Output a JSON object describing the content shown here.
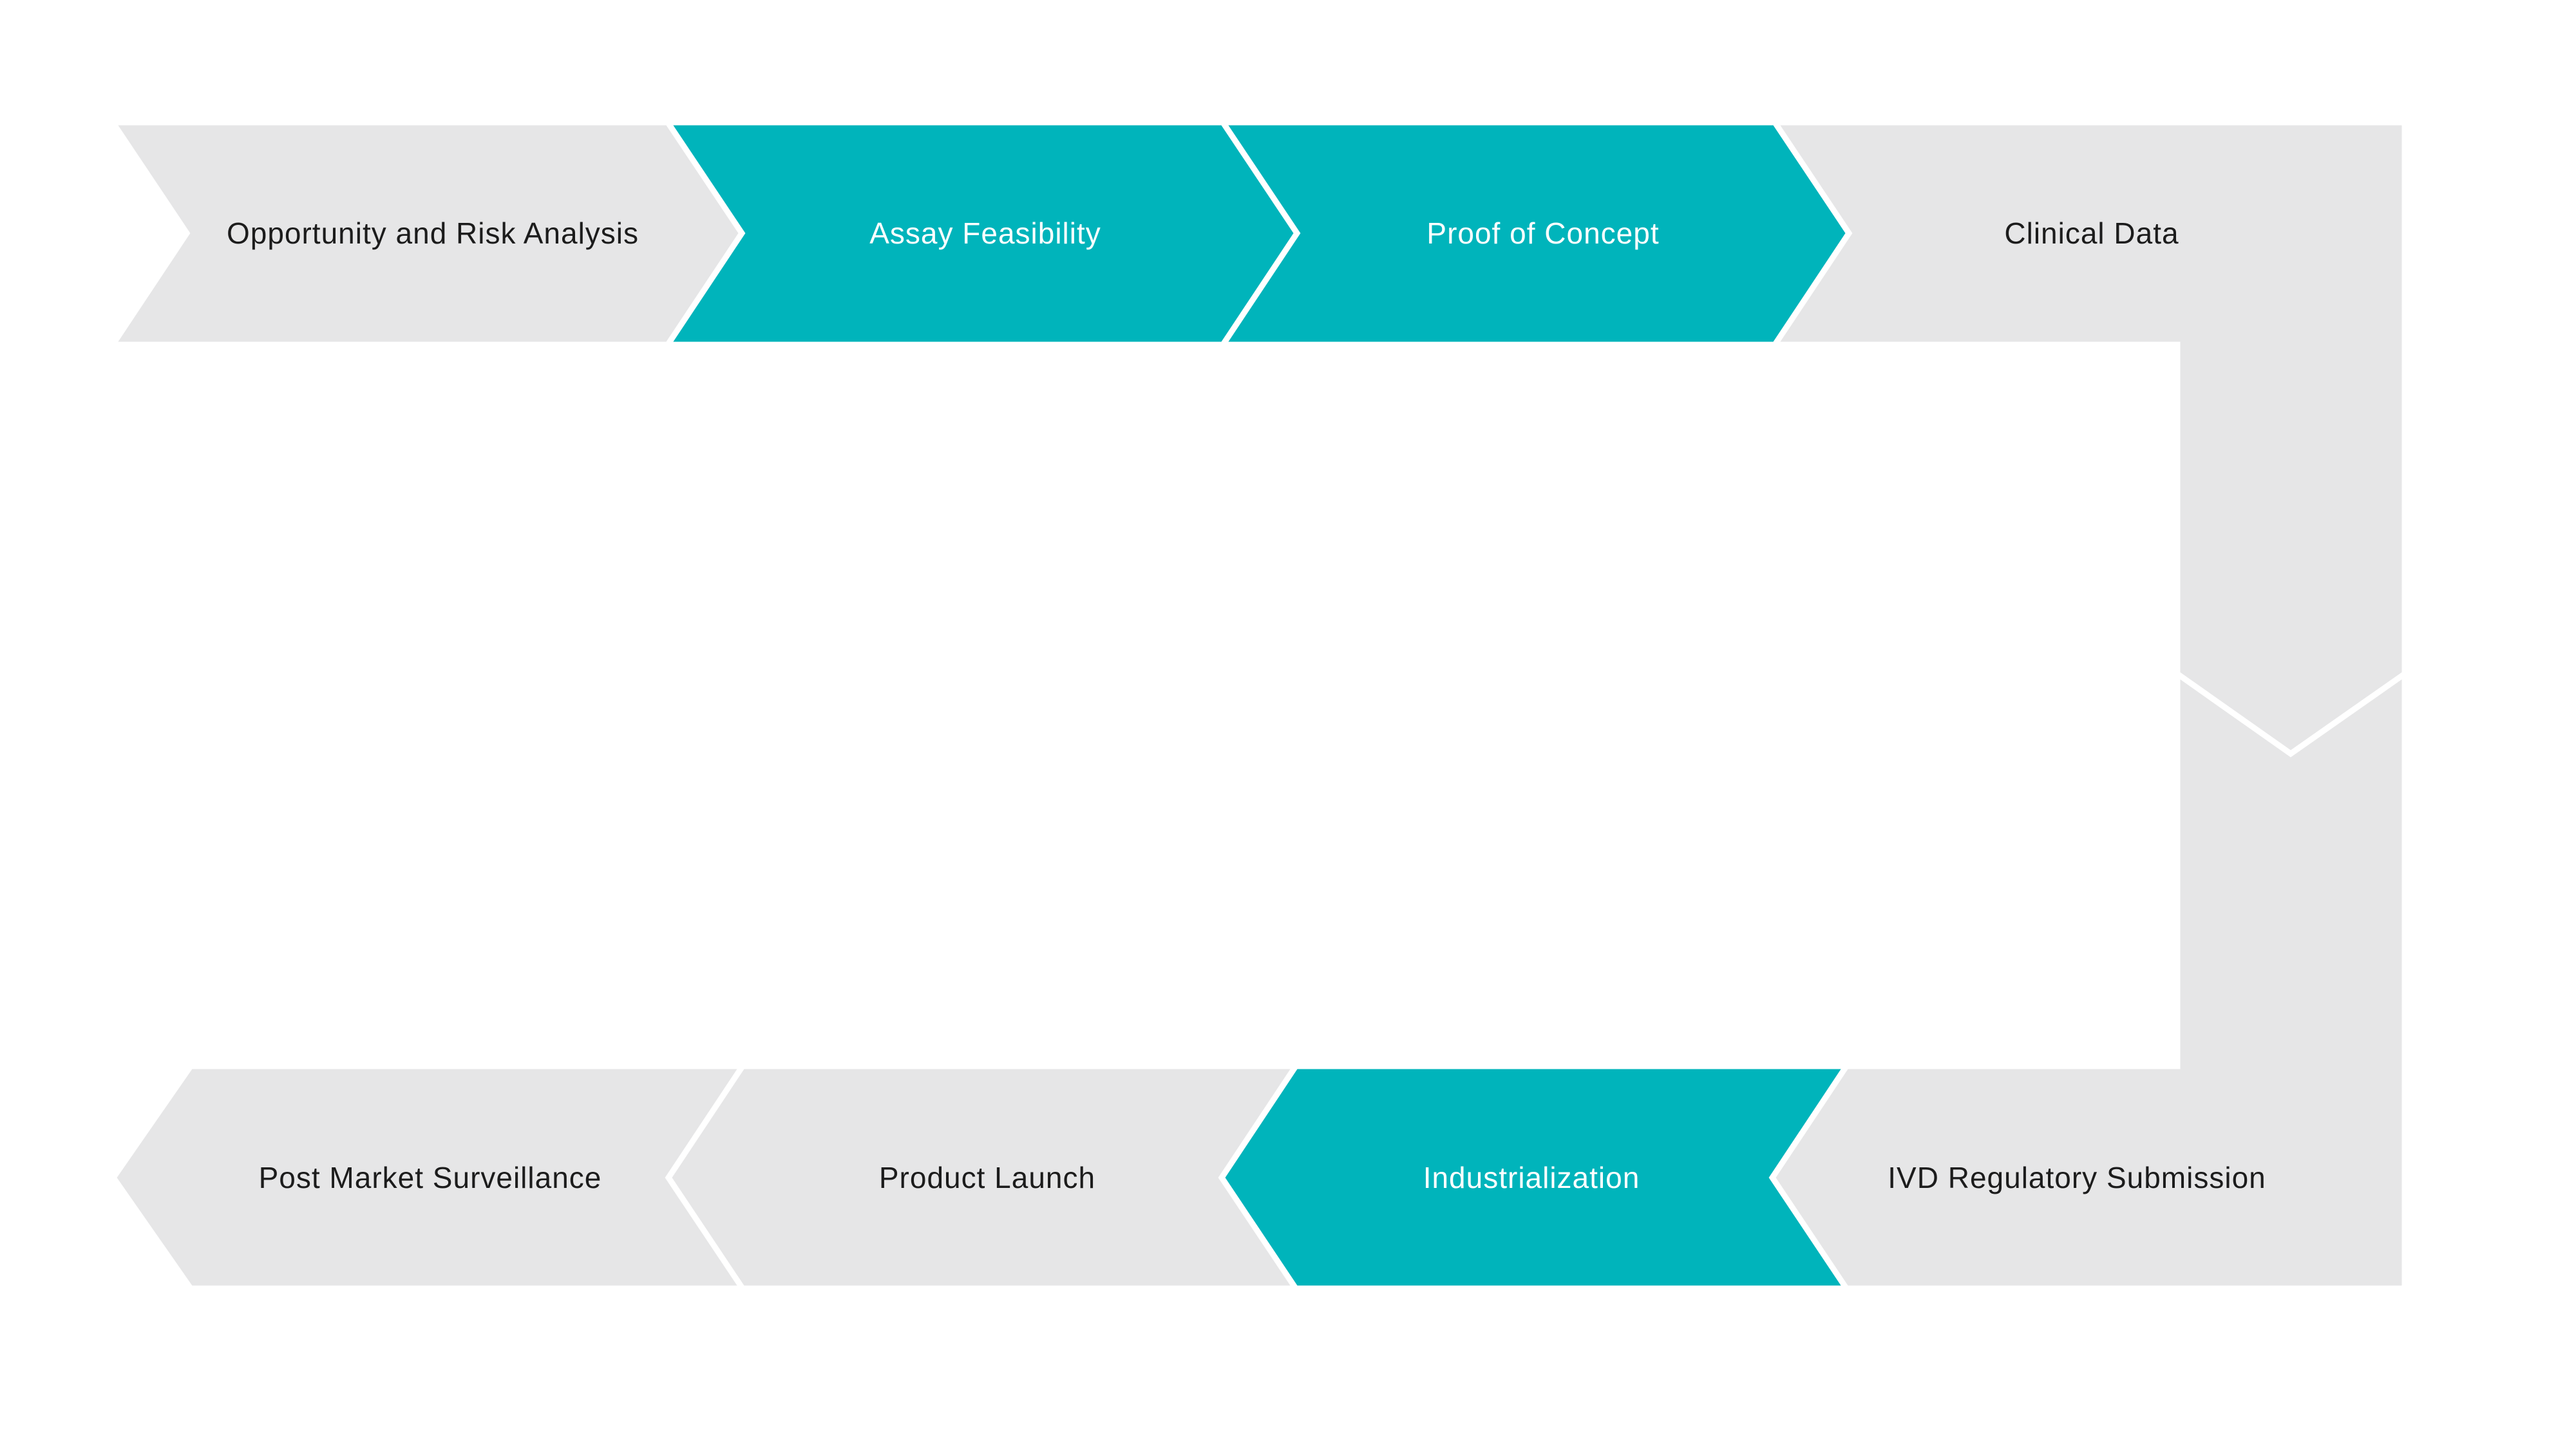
{
  "colors": {
    "stage_active": "#00b4bb",
    "stage_inactive": "#e6e6e7",
    "label_on_active": "#ffffff",
    "label_on_inactive": "#1c1c1c",
    "background": "#ffffff",
    "separator": "#ffffff"
  },
  "diagram": {
    "type": "chevron-process-flow",
    "stages": [
      {
        "label": "Opportunity and Risk Analysis",
        "highlighted": false
      },
      {
        "label": "Assay Feasibility",
        "highlighted": true
      },
      {
        "label": "Proof of Concept",
        "highlighted": true
      },
      {
        "label": "Clinical Data",
        "highlighted": false
      },
      {
        "label": "IVD Regulatory Submission",
        "highlighted": false
      },
      {
        "label": "Industrialization",
        "highlighted": true
      },
      {
        "label": "Product Launch",
        "highlighted": false
      },
      {
        "label": "Post Market Surveillance",
        "highlighted": false
      }
    ]
  }
}
